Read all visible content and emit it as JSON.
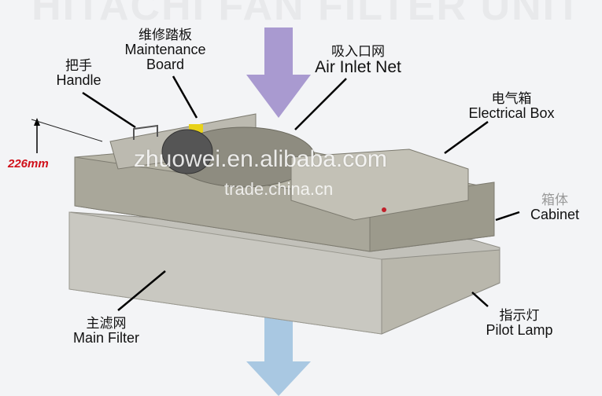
{
  "title": "HITACHI FAN FILTER UNIT",
  "dimension": "226mm",
  "labels": {
    "maintenance_board": {
      "cn": "维修踏板",
      "en1": "Maintenance",
      "en2": "Board"
    },
    "handle": {
      "cn": "把手",
      "en": "Handle"
    },
    "air_inlet": {
      "cn": "吸入口网",
      "en": "Air Inlet Net"
    },
    "electrical_box": {
      "cn": "电气箱",
      "en": "Electrical Box"
    },
    "cabinet": {
      "cn": "箱体",
      "en": "Cabinet"
    },
    "main_filter": {
      "cn": "主滤网",
      "en": "Main Filter"
    },
    "pilot_lamp": {
      "cn": "指示灯",
      "en": "Pilot Lamp"
    }
  },
  "watermarks": {
    "primary": "zhuowei.en.alibaba.com",
    "secondary": "trade.china.cn"
  },
  "colors": {
    "inlet_arrow": "#a99ad0",
    "outlet_arrow": "#a9c8e2",
    "dimension": "#d0101a",
    "cabinet": "#b6b4a6"
  }
}
